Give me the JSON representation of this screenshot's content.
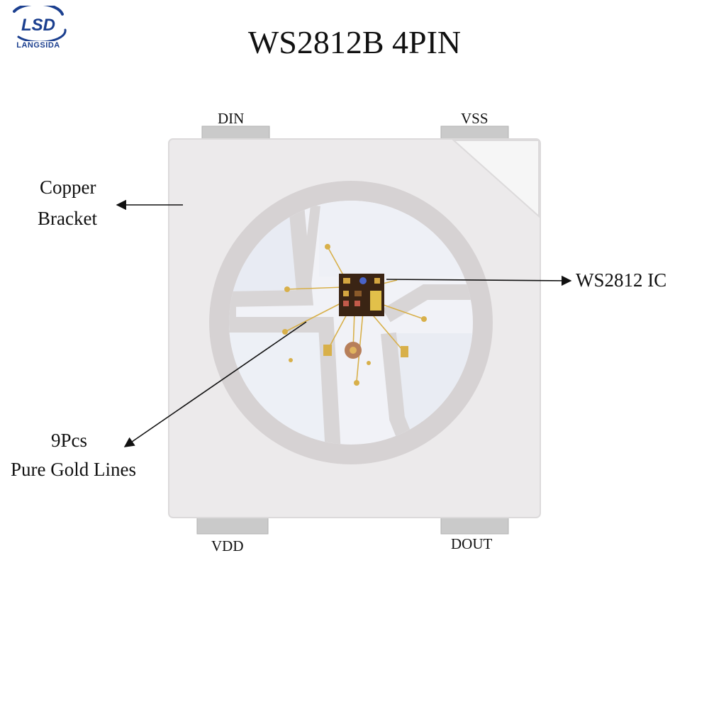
{
  "logo": {
    "mark": "LSD",
    "text": "LANGSIDA"
  },
  "title": "WS2812B 4PIN",
  "pins": {
    "din": "DIN",
    "vss": "VSS",
    "vdd": "VDD",
    "dout": "DOUT"
  },
  "callouts": {
    "copper_line1": "Copper",
    "copper_line2": "Bracket",
    "ic": "WS2812 IC",
    "gold_line1": "9Pcs",
    "gold_line2": "Pure Gold Lines"
  },
  "colors": {
    "body": "#eceaeb",
    "ring": "#d6d2d3",
    "cavity": "#f3f3f8",
    "pin": "#c9c9c9",
    "chip": "#3a2414",
    "gold": "#d8b04a",
    "logo_blue": "#1b3f8f"
  }
}
